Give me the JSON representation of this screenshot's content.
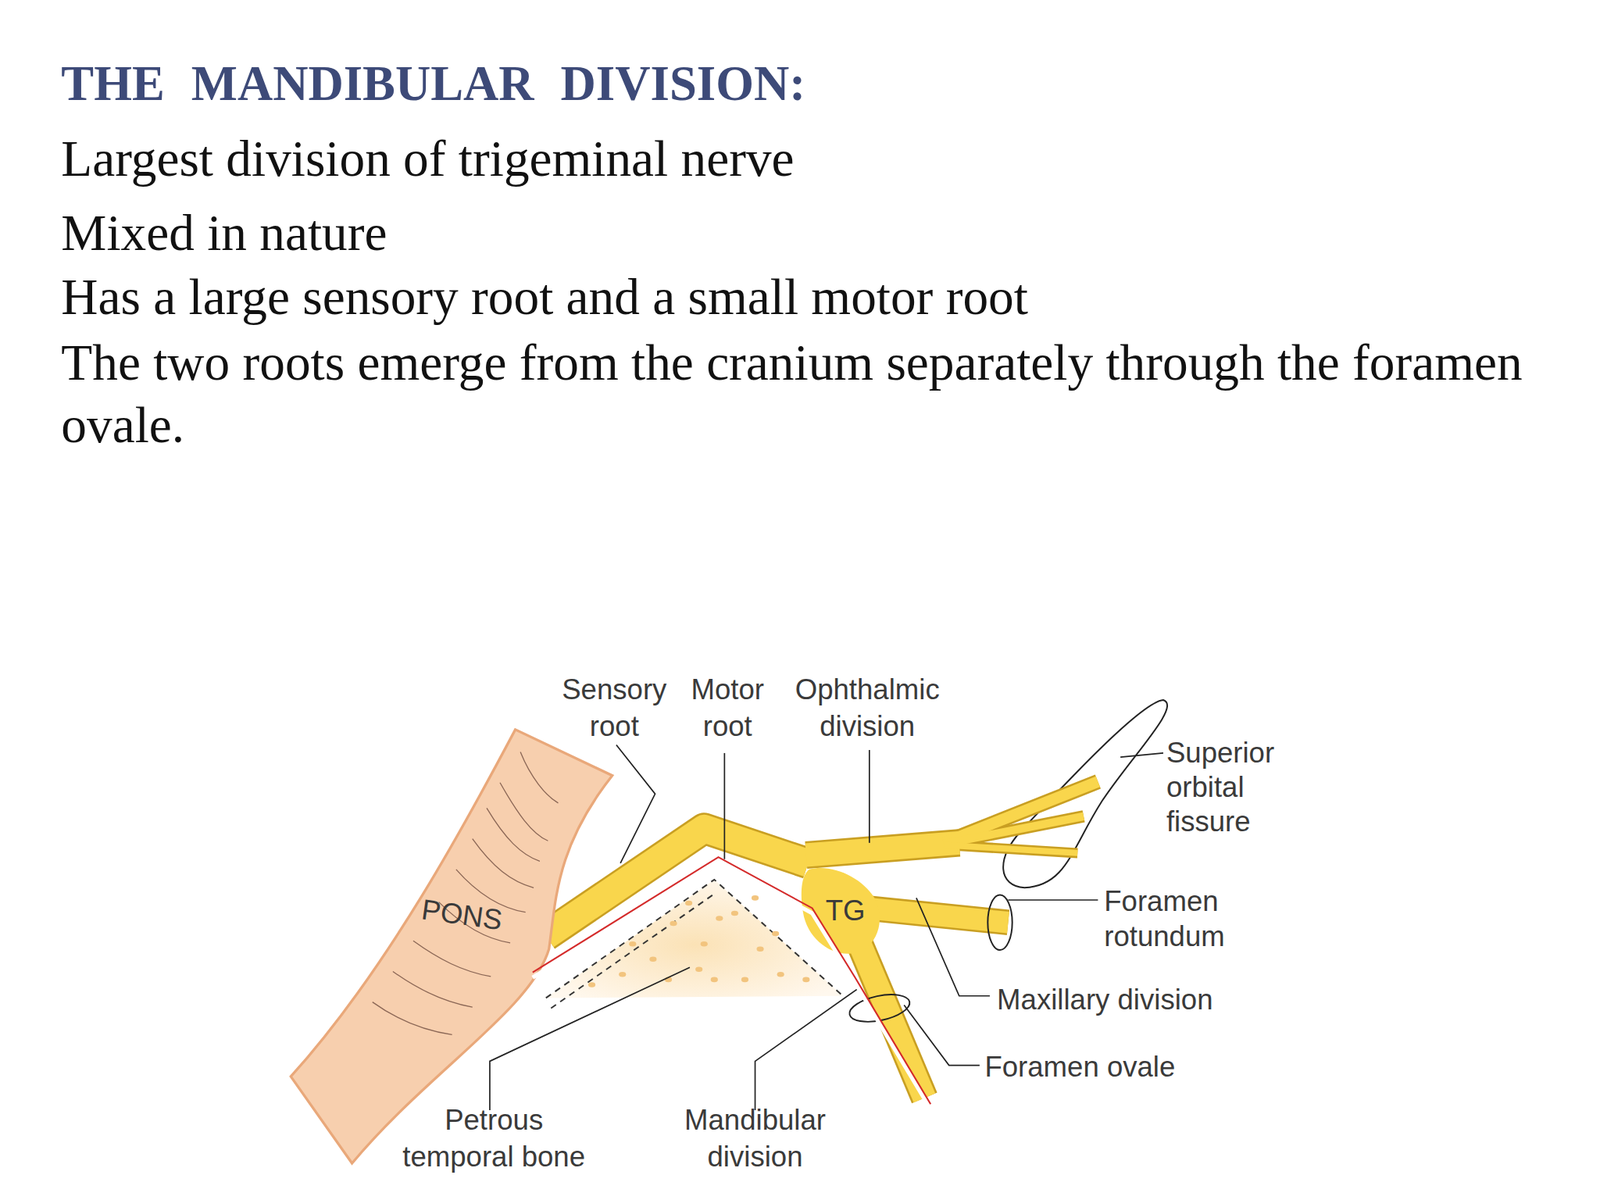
{
  "diagram": {
    "title": "THE MANDIBULAR DIVISION:",
    "nodes": [
      {
        "text": [
          "PONS"
        ]
      },
      {
        "text": [
          "TG"
        ]
      }
    ],
    "labels": [
      "Largest division of trigeminal nerve",
      "Mixed in nature",
      "Has a large sensory root and a small motor root",
      "The two roots emerge from the cranium separately through the foramen ovale.",
      "Sensory root",
      "Motor root",
      "Ophthalmic division",
      "Superior orbital fissure",
      "Foramen rotundum",
      "Maxillary division",
      "Foramen ovale",
      "Petrous temporal bone",
      "Mandibular division"
    ]
  }
}
